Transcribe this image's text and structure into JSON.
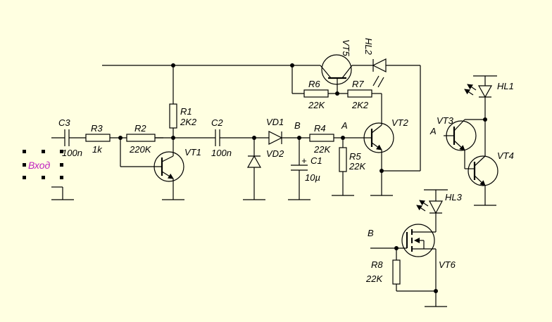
{
  "colors": {
    "background": "#ffffe1",
    "wire": "#000000",
    "input_label": "#c020c0"
  },
  "labels": {
    "C3": "C3",
    "C3v": "100n",
    "R3": "R3",
    "R3v": "1k",
    "R2": "R2",
    "R2v": "220K",
    "R1": "R1",
    "R1v": "2K2",
    "VT1": "VT1",
    "C2": "C2",
    "C2v": "100n",
    "VD1": "VD1",
    "VD2": "VD2",
    "B1": "B",
    "R4": "R4",
    "R4v": "22K",
    "A1": "A",
    "C1": "C1",
    "C1v": "10µ",
    "C1p": "+",
    "R5": "R5",
    "R5v": "22K",
    "VT2": "VT2",
    "VT5": "VT5",
    "HL2": "HL2",
    "R6": "R6",
    "R6v": "22K",
    "R7": "R7",
    "R7v": "2K2",
    "HL1": "HL1",
    "VT3": "VT3",
    "A2": "A",
    "VT4": "VT4",
    "HL3": "HL3",
    "B2": "B",
    "VT6": "VT6",
    "R8": "R8",
    "R8v": "22K",
    "input": "Вход"
  }
}
